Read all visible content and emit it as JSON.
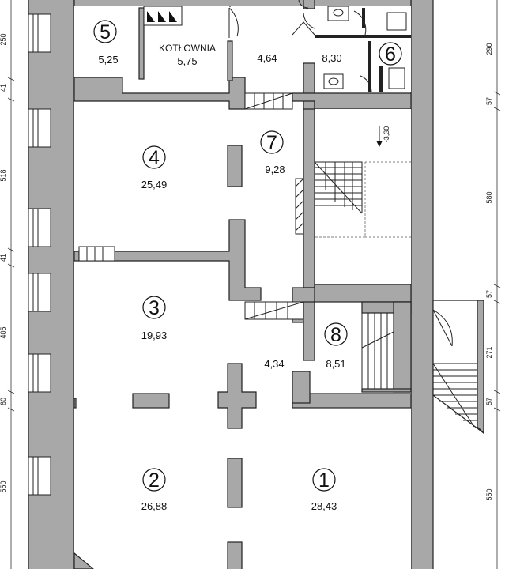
{
  "rooms": [
    {
      "number": "1",
      "area": "28,43"
    },
    {
      "number": "2",
      "area": "26,88"
    },
    {
      "number": "3",
      "area": "19,93"
    },
    {
      "number": "4",
      "area": "25,49"
    },
    {
      "number": "5",
      "area": "5,25"
    },
    {
      "number": "6",
      "area": "8,30"
    },
    {
      "number": "7",
      "area": "9,28"
    },
    {
      "number": "8",
      "area": "8,51"
    }
  ],
  "boiler_room": {
    "label": "KOTŁOWNIA",
    "area": "5,75"
  },
  "unnumbered_areas": [
    "4,64",
    "4,34"
  ],
  "level_mark": "-3,30",
  "dimensions_left": [
    "250",
    "41",
    "518",
    "41",
    "405",
    "60",
    "550"
  ],
  "dimensions_right": [
    "290",
    "57",
    "580",
    "57",
    "271",
    "57",
    "550"
  ]
}
